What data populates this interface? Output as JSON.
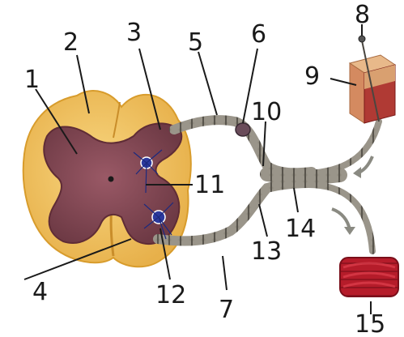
{
  "figure": {
    "labels": [
      "1",
      "2",
      "3",
      "4",
      "5",
      "6",
      "7",
      "8",
      "9",
      "10",
      "11",
      "12",
      "13",
      "14",
      "15"
    ]
  },
  "colors": {
    "white_matter": "#f2c45a",
    "white_matter_dark": "#d89c2c",
    "gray_matter": "#8a4c57",
    "gray_matter_dark": "#5f2c36",
    "nerve": "#8f8a7e",
    "nerve_dark": "#4a4640",
    "neuron": "#2c3a9e",
    "skin": "#d9a070",
    "dermis": "#b03a34",
    "muscle": "#b51c2a",
    "arrow": "#8a8a82",
    "label_text": "#1a1a1a"
  }
}
